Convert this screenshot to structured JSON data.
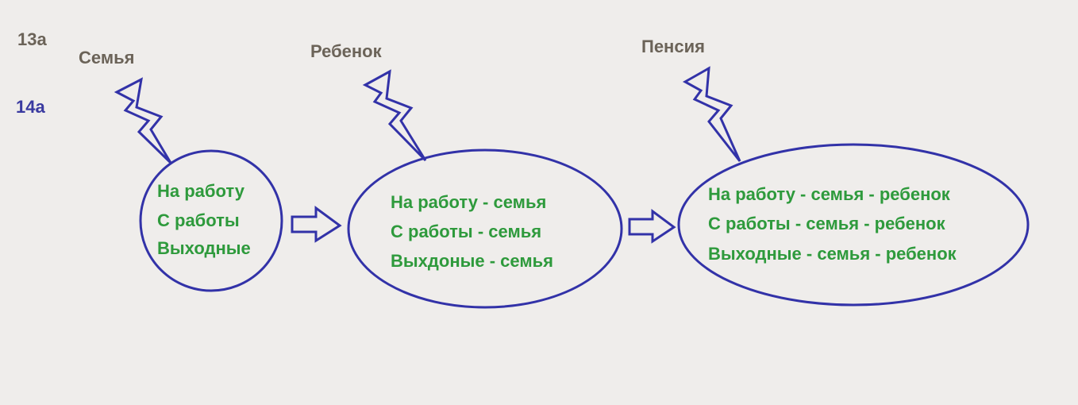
{
  "colors": {
    "background": "#efedeb",
    "outline": "#3232a8",
    "node_text": "#2e9a3c",
    "event_label": "#6b6358",
    "class_13a": "#6b6358",
    "class_14a": "#3a3aa0"
  },
  "legend": {
    "label_13a": "13а",
    "label_14a": "14а"
  },
  "events": [
    {
      "label": "Семья",
      "icon": "lightning-bolt-icon"
    },
    {
      "label": "Ребенок",
      "icon": "lightning-bolt-icon"
    },
    {
      "label": "Пенсия",
      "icon": "lightning-bolt-icon"
    }
  ],
  "nodes": [
    {
      "lines": [
        "На работу",
        "С работы",
        "Выходные"
      ]
    },
    {
      "lines": [
        "На работу - семья",
        "С работы - семья",
        "Выхдоные - семья"
      ]
    },
    {
      "lines": [
        "На работу - семья - ребенок",
        "С работы - семья - ребенок",
        "Выходные - семья - ребенок"
      ]
    }
  ],
  "arrows": [
    {
      "icon": "hollow-arrow-right-icon"
    },
    {
      "icon": "hollow-arrow-right-icon"
    }
  ]
}
